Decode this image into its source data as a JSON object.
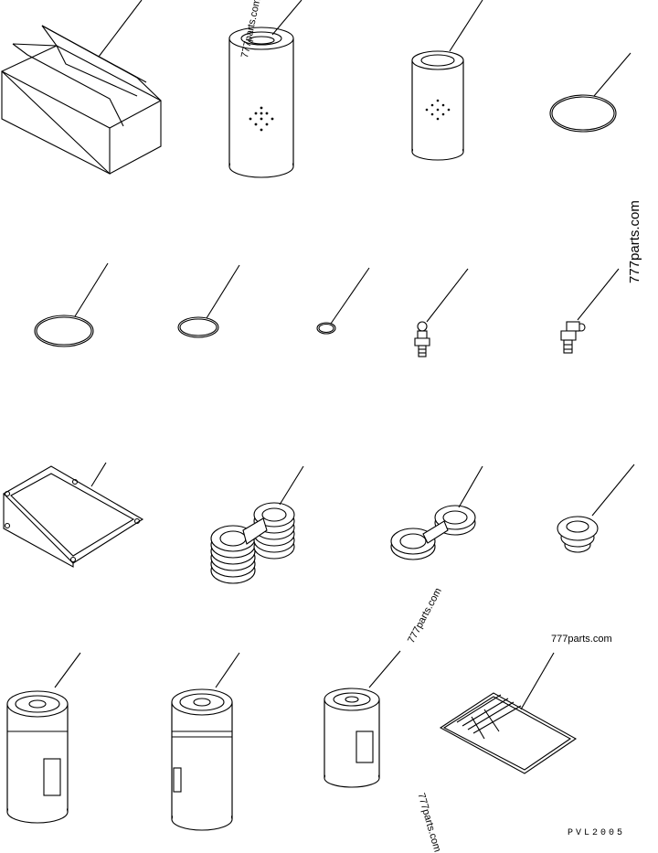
{
  "watermarks": {
    "right_vertical": "777parts.com",
    "filter_label": "777parts.com",
    "middle_diagonal": "777parts.com",
    "sheet_label": "777parts.com",
    "bottom_diagonal": "777parts.com"
  },
  "drawing_code": "PVL2005",
  "colors": {
    "line": "#000000",
    "background": "#ffffff"
  },
  "parts": [
    "box-icon",
    "large-filter-element-icon",
    "filter-element-icon",
    "o-ring-large-icon",
    "o-ring-icon",
    "o-ring-medium-icon",
    "o-ring-small-icon",
    "grease-fitting-straight-icon",
    "grease-fitting-angled-icon",
    "gasket-icon",
    "shim-stack-icon",
    "shim-icon",
    "grommet-icon",
    "spin-on-filter-large-icon",
    "spin-on-filter-tall-icon",
    "spin-on-filter-icon",
    "manual-sheet-icon"
  ]
}
